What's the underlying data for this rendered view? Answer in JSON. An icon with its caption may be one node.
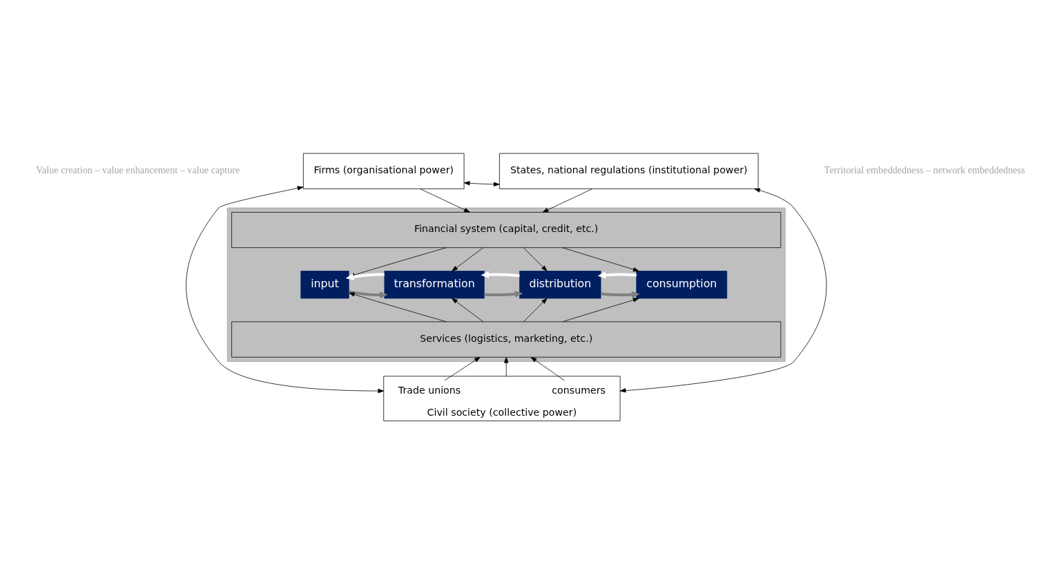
{
  "diagram": {
    "nodes": [
      {
        "text": [
          "Firms (organisational power)"
        ]
      },
      {
        "text": [
          "States, national regulations (institutional power)"
        ]
      },
      {
        "text": [],
        "shape": "box"
      },
      {
        "text": [
          "Financial system (capital, credit, etc.)"
        ],
        "in": 2
      },
      {
        "text": [
          "input"
        ],
        "in": 2
      },
      {
        "text": [
          "transformation"
        ],
        "in": 2
      },
      {
        "text": [
          "distribution"
        ],
        "in": 2
      },
      {
        "text": [
          "consumption"
        ],
        "in": 2
      },
      {
        "text": [
          "Services (logistics, marketing, etc.)"
        ],
        "in": 2
      },
      {
        "text": [
          "Civil society (collective power)"
        ]
      },
      {
        "text": [
          "Trade unions"
        ],
        "in": 9
      },
      {
        "text": [
          "consumers"
        ],
        "in": 9
      }
    ],
    "edges": [
      {
        "from": 0,
        "to": 1,
        "arrow": "both"
      },
      {
        "from": 0,
        "to": 3,
        "arrow": "to"
      },
      {
        "from": 1,
        "to": 3,
        "arrow": "to"
      },
      {
        "from": 3,
        "to": 4,
        "arrow": "to"
      },
      {
        "from": 3,
        "to": 5,
        "arrow": "to"
      },
      {
        "from": 3,
        "to": 6,
        "arrow": "to"
      },
      {
        "from": 3,
        "to": 7,
        "arrow": "to"
      },
      {
        "from": 4,
        "to": 5,
        "arrow": "to",
        "style": "thick",
        "color": "#808080"
      },
      {
        "from": 5,
        "to": 4,
        "arrow": "to",
        "style": "thick",
        "color": "#ffffff"
      },
      {
        "from": 5,
        "to": 6,
        "arrow": "to",
        "style": "thick",
        "color": "#808080"
      },
      {
        "from": 6,
        "to": 5,
        "arrow": "to",
        "style": "thick",
        "color": "#ffffff"
      },
      {
        "from": 6,
        "to": 7,
        "arrow": "to",
        "style": "thick",
        "color": "#808080"
      },
      {
        "from": 7,
        "to": 6,
        "arrow": "to",
        "style": "thick",
        "color": "#ffffff"
      },
      {
        "from": 8,
        "to": 4,
        "arrow": "to"
      },
      {
        "from": 8,
        "to": 5,
        "arrow": "to"
      },
      {
        "from": 8,
        "to": 6,
        "arrow": "to"
      },
      {
        "from": 8,
        "to": 7,
        "arrow": "to"
      },
      {
        "from": 10,
        "to": 8,
        "arrow": "to"
      },
      {
        "from": 9,
        "to": 8,
        "arrow": "to"
      },
      {
        "from": 11,
        "to": 8,
        "arrow": "to"
      },
      {
        "from": 0,
        "to": 9,
        "arrow": "both"
      },
      {
        "from": 1,
        "to": 9,
        "arrow": "both"
      }
    ],
    "labels": [
      "Value creation – value enhancement – value capture",
      "Territorial embeddedness – network embeddedness"
    ]
  }
}
